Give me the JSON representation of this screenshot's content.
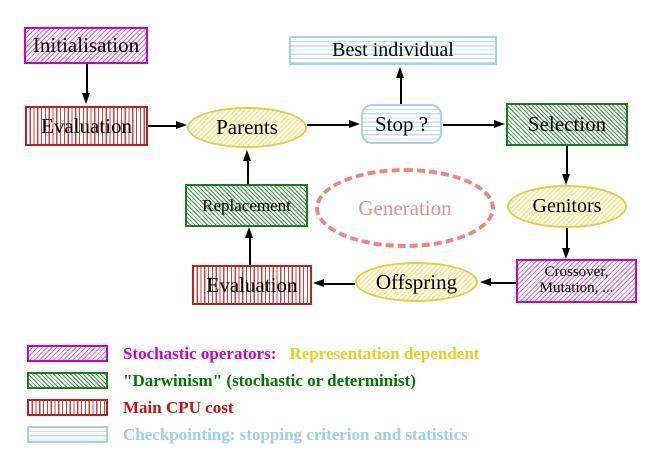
{
  "diagram": {
    "nodes": {
      "initialisation": "Initialisation",
      "evaluation_top": "Evaluation",
      "parents": "Parents",
      "best_individual": "Best individual",
      "stop": "Stop ?",
      "selection": "Selection",
      "replacement": "Replacement",
      "generation": "Generation",
      "genitors": "Genitors",
      "evaluation_bottom": "Evaluation",
      "offspring": "Offspring",
      "crossover_line1": "Crossover,",
      "crossover_line2": "Mutation, ..."
    }
  },
  "legend": {
    "stochastic_label": "Stochastic operators:",
    "representation_label": "Representation dependent",
    "darwinism_label": "\"Darwinism\" (stochastic or determinist)",
    "cpu_label": "Main CPU cost",
    "checkpointing_label": "Checkpointing: stopping criterion and statistics"
  },
  "colors": {
    "magenta": "#cc00cc",
    "green_border": "#1e7a1e",
    "green_text": "#007700",
    "red": "#cc1111",
    "cyan_border": "#a5d2e4",
    "light_blue_text": "#9dcfe8",
    "yellow_border": "#e5cb52",
    "gold_text": "#f2ce1b",
    "salmon": "#ee8585",
    "arrow_black": "#000000"
  }
}
